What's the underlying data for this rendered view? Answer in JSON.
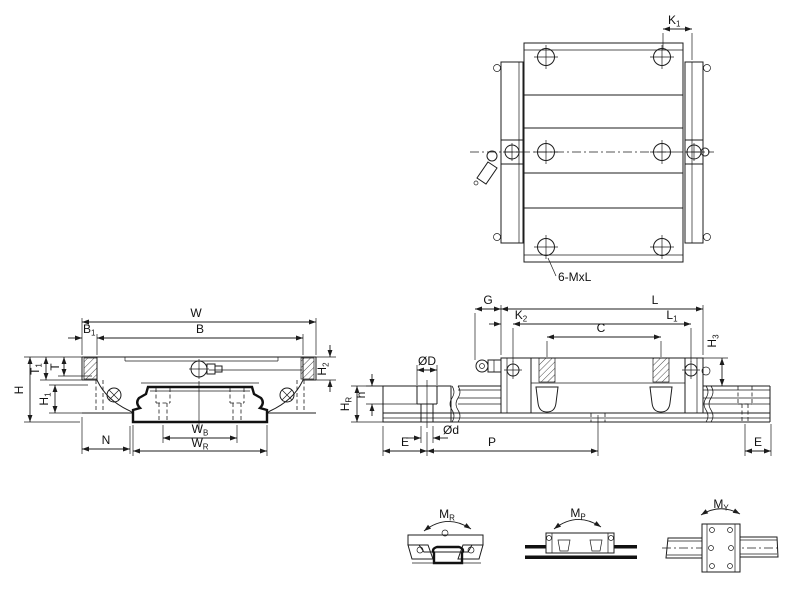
{
  "labels": {
    "top": {
      "k1_main": "K",
      "k1_sub": "1",
      "mounting_note": "6-MxL"
    },
    "front": {
      "w": "W",
      "b": "B",
      "b1_main": "B",
      "b1_sub": "1",
      "t1_main": "T",
      "t1_sub": "1",
      "t": "T",
      "h": "H",
      "h1_main": "H",
      "h1_sub": "1",
      "h2_main": "H",
      "h2_sub": "2",
      "n": "N",
      "wb_main": "W",
      "wb_sub": "B",
      "wr_main": "W",
      "wr_sub": "R"
    },
    "side": {
      "g": "G",
      "k2_main": "K",
      "k2_sub": "2",
      "l": "L",
      "l1_main": "L",
      "l1_sub": "1",
      "c": "C",
      "h3_main": "H",
      "h3_sub": "3",
      "od_upper": "ØD",
      "od_lower": "Ød",
      "h_small": "h",
      "hr_main": "H",
      "hr_sub": "R",
      "e_left": "E",
      "p": "P",
      "e_right": "E"
    },
    "moments": {
      "mr_main": "M",
      "mr_sub": "R",
      "mp_main": "M",
      "mp_sub": "P",
      "my_main": "M",
      "my_sub": "Y"
    }
  },
  "colors": {
    "line": "#1c1c1c",
    "background": "#ffffff"
  }
}
